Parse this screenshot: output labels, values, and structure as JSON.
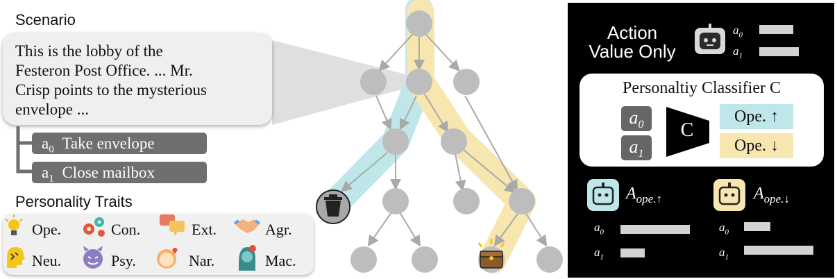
{
  "scenario": {
    "title": "Scenario",
    "text": "This is the lobby of the\nFesteron Post Office. ... Mr.\nCrisp points to the mysterious\nenvelope ..."
  },
  "actions": [
    {
      "label": "a",
      "sub": "0",
      "text": "Take envelope"
    },
    {
      "label": "a",
      "sub": "1",
      "text": "Close mailbox"
    }
  ],
  "traits": {
    "title": "Personality Traits",
    "items": [
      {
        "name": "Ope.",
        "icon": "lightbulb-icon"
      },
      {
        "name": "Con.",
        "icon": "gears-icon"
      },
      {
        "name": "Ext.",
        "icon": "speech-bubbles-icon"
      },
      {
        "name": "Agr.",
        "icon": "handshake-icon"
      },
      {
        "name": "Neu.",
        "icon": "stressed-head-icon"
      },
      {
        "name": "Psy.",
        "icon": "devil-face-icon"
      },
      {
        "name": "Nar.",
        "icon": "self-love-face-icon"
      },
      {
        "name": "Mac.",
        "icon": "scheming-person-icon"
      }
    ]
  },
  "tree": {
    "node_color": "#bdbdbd",
    "edge_color": "#a9a9a9",
    "highlight_open_up": "#bfe7ea",
    "highlight_open_down": "#f7e6b0",
    "trash_icon": "trash-can-icon",
    "treasure_icon": "treasure-chest-icon"
  },
  "panel": {
    "title_line1": "Action",
    "title_line2": "Value Only",
    "robot_icon": "robot-icon",
    "value_rows": [
      {
        "label": "a",
        "sub": "0",
        "value": 0.6
      },
      {
        "label": "a",
        "sub": "1",
        "value": 0.7
      }
    ],
    "classifier": {
      "title": "Personaltiy Classifier C",
      "inputs": [
        {
          "label": "a",
          "sub": "0"
        },
        {
          "label": "a",
          "sub": "1"
        }
      ],
      "letter": "C",
      "outputs": [
        {
          "text": "Ope. ↑",
          "color": "#bfe7ea"
        },
        {
          "text": "Ope. ↓",
          "color": "#f7e6b0"
        }
      ]
    },
    "agents": [
      {
        "name": "A",
        "sub": "ope.↑",
        "color": "#bfe7ea",
        "icon": "robot-icon",
        "rows": [
          {
            "label": "a",
            "sub": "0",
            "value": 1.0
          },
          {
            "label": "a",
            "sub": "1",
            "value": 0.35
          }
        ]
      },
      {
        "name": "A",
        "sub": "ope.↓",
        "color": "#f7e6b0",
        "icon": "robot-icon",
        "rows": [
          {
            "label": "a",
            "sub": "0",
            "value": 0.38
          },
          {
            "label": "a",
            "sub": "1",
            "value": 1.0
          }
        ]
      }
    ]
  }
}
